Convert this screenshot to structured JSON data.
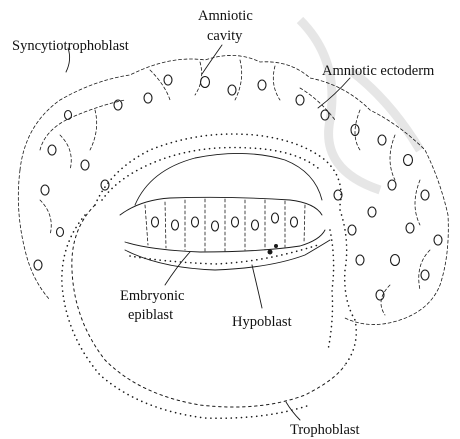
{
  "labels": {
    "syncytiotrophoblast": "Syncytiotrophoblast",
    "amniotic_cavity_line1": "Amniotic",
    "amniotic_cavity_line2": "cavity",
    "amniotic_ectoderm": "Amniotic ectoderm",
    "embryonic_epiblast_line1": "Embryonic",
    "embryonic_epiblast_line2": "epiblast",
    "hypoblast": "Hypoblast",
    "trophoblast": "Trophoblast"
  }
}
